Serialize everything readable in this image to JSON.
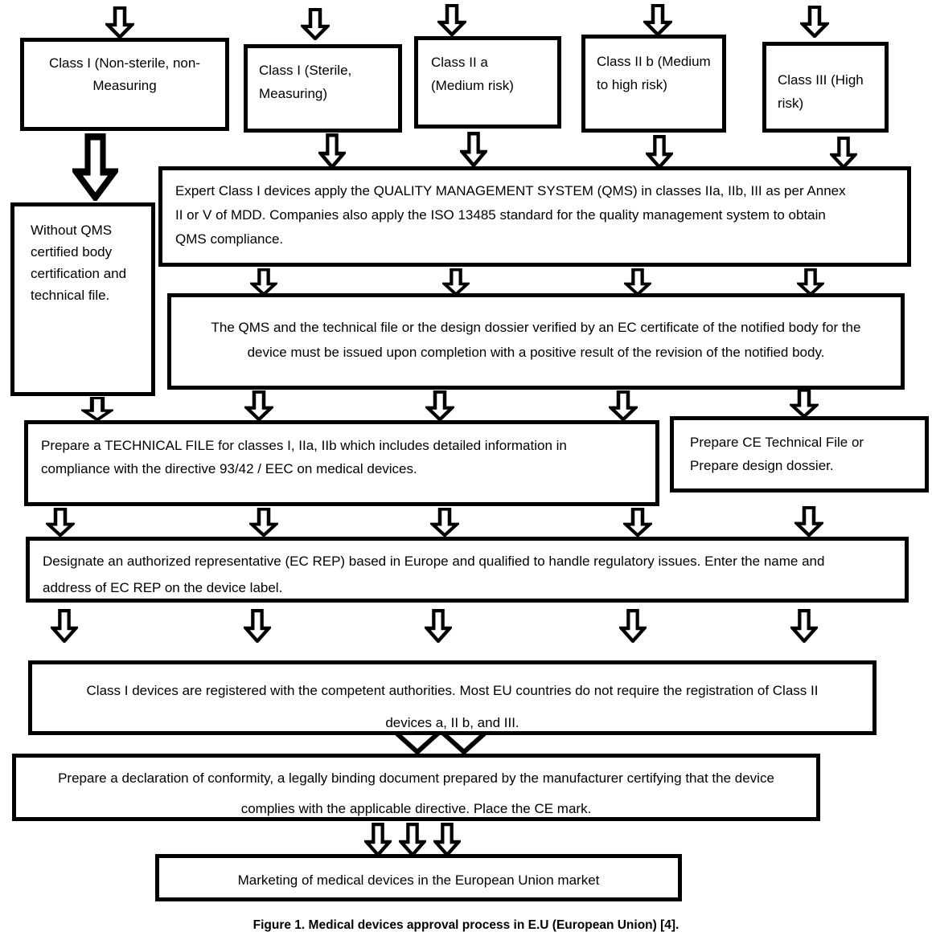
{
  "colors": {
    "ink": "#000000",
    "background": "#ffffff"
  },
  "diagram": {
    "top_row": [
      {
        "label": "Class I (Non-sterile, non-\nMeasuring"
      },
      {
        "label": "Class I (Sterile,\nMeasuring)"
      },
      {
        "label": "Class II a\n(Medium risk)"
      },
      {
        "label": "Class II b (Medium\nto high risk)"
      },
      {
        "label": "Class III (High\nrisk)"
      }
    ],
    "without_qms": "Without QMS\ncertified body\ncertification and\ntechnical file.",
    "qms": "Expert Class I devices apply the QUALITY MANAGEMENT SYSTEM (QMS) in classes IIa, IIb, III as per Annex\nII or V of MDD. Companies also apply the ISO 13485 standard for the quality management system to obtain\nQMS compliance.",
    "ec_certificate": "The QMS and the technical file or the design dossier verified by an EC certificate of the notified body for the\ndevice must be issued upon completion with a positive result of the revision of the notified body.",
    "technical_file": "Prepare a TECHNICAL FILE for classes I, IIa, IIb which includes detailed information in\ncompliance with the directive 93/42 / EEC on medical devices.",
    "ce_technical_file": "Prepare CE Technical File or\nPrepare design dossier.",
    "ec_rep": "Designate an authorized representative (EC REP) based in Europe and qualified to handle regulatory issues. Enter the name and\naddress of EC REP on the device label.",
    "registration": "Class I devices are registered with the competent authorities. Most EU countries do not require the registration of Class II\ndevices a, II b, and III.",
    "declaration": "Prepare a declaration of conformity, a legally binding document prepared by the manufacturer certifying that the device\ncomplies with the applicable directive. Place the CE mark.",
    "marketing": "Marketing of medical devices in the European Union market",
    "caption": {
      "label": "Figure 1.",
      "text": "Medical devices approval process in E.U (European Union) [4]."
    }
  }
}
